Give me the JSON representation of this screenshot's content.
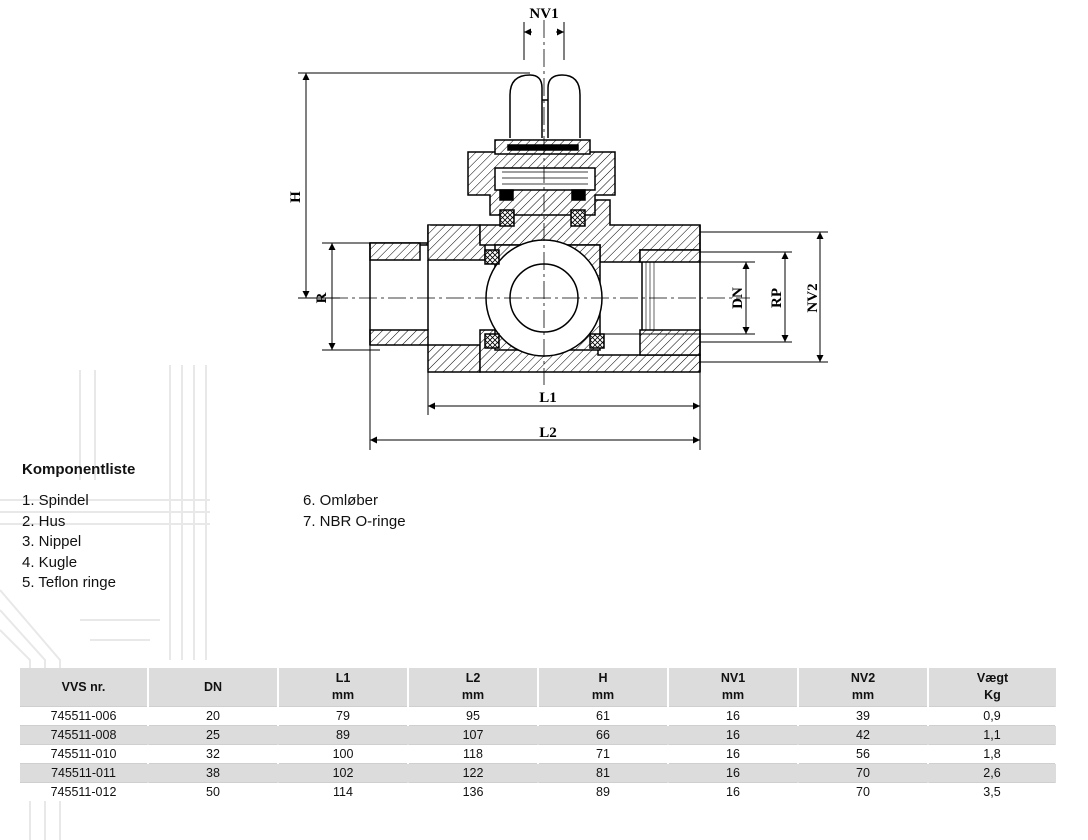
{
  "drawing": {
    "labels": {
      "nv1": "NV1",
      "h": "H",
      "r": "R",
      "dn": "DN",
      "rp": "RP",
      "nv2": "NV2",
      "l1": "L1",
      "l2": "L2"
    }
  },
  "components": {
    "title": "Komponentliste",
    "col1": [
      "1. Spindel",
      "2. Hus",
      "3. Nippel",
      "4. Kugle",
      "5. Teflon ringe"
    ],
    "col2": [
      "6. Omløber",
      "7. NBR O-ringe"
    ]
  },
  "table": {
    "headers": [
      {
        "name": "VVS nr.",
        "unit": ""
      },
      {
        "name": "DN",
        "unit": ""
      },
      {
        "name": "L1",
        "unit": "mm"
      },
      {
        "name": "L2",
        "unit": "mm"
      },
      {
        "name": "H",
        "unit": "mm"
      },
      {
        "name": "NV1",
        "unit": "mm"
      },
      {
        "name": "NV2",
        "unit": "mm"
      },
      {
        "name": "Vægt",
        "unit": "Kg"
      }
    ],
    "rows": [
      [
        "745511-006",
        "20",
        "79",
        "95",
        "61",
        "16",
        "39",
        "0,9"
      ],
      [
        "745511-008",
        "25",
        "89",
        "107",
        "66",
        "16",
        "42",
        "1,1"
      ],
      [
        "745511-010",
        "32",
        "100",
        "118",
        "71",
        "16",
        "56",
        "1,8"
      ],
      [
        "745511-011",
        "38",
        "102",
        "122",
        "81",
        "16",
        "70",
        "2,6"
      ],
      [
        "745511-012",
        "50",
        "114",
        "136",
        "89",
        "16",
        "70",
        "3,5"
      ]
    ]
  }
}
